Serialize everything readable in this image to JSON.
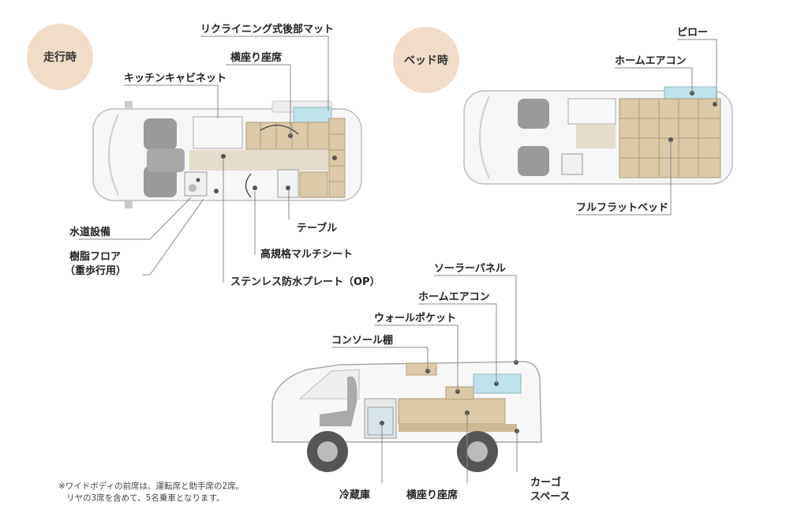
{
  "badges": {
    "driving": "走行時",
    "bed": "ベッド時"
  },
  "labels": {
    "reclining_rear_mat": "リクライニング式後部マット",
    "side_seat_top": "横座り座席",
    "kitchen_cabinet": "キッチンキャビネット",
    "water_system": "水道設備",
    "resin_floor_1": "樹脂フロア",
    "resin_floor_2": "（重歩行用）",
    "table": "テーブル",
    "multi_seat": "高規格マルチシート",
    "stainless_plate": "ステンレス防水プレート（OP）",
    "pillow": "ピロー",
    "home_aircon_bed": "ホームエアコン",
    "full_flat_bed": "フルフラットベッド",
    "solar_panel": "ソーラーパネル",
    "home_aircon_side": "ホームエアコン",
    "wall_pocket": "ウォールポケット",
    "console_shelf": "コンソール棚",
    "fridge": "冷蔵庫",
    "side_seat_bottom": "横座り座席",
    "cargo_1": "カーゴ",
    "cargo_2": "スペース"
  },
  "footnote": {
    "line1": "※ワイドボディの前席は、運転席と助手席の2席。",
    "line2": "リヤの3席を含めて、5名乗車となります。"
  },
  "colors": {
    "badge": "#f1dcc8",
    "wood": "#dcc9a8",
    "ice": "#bfe3ea",
    "seat": "#9a9a9a",
    "line": "#888888"
  }
}
